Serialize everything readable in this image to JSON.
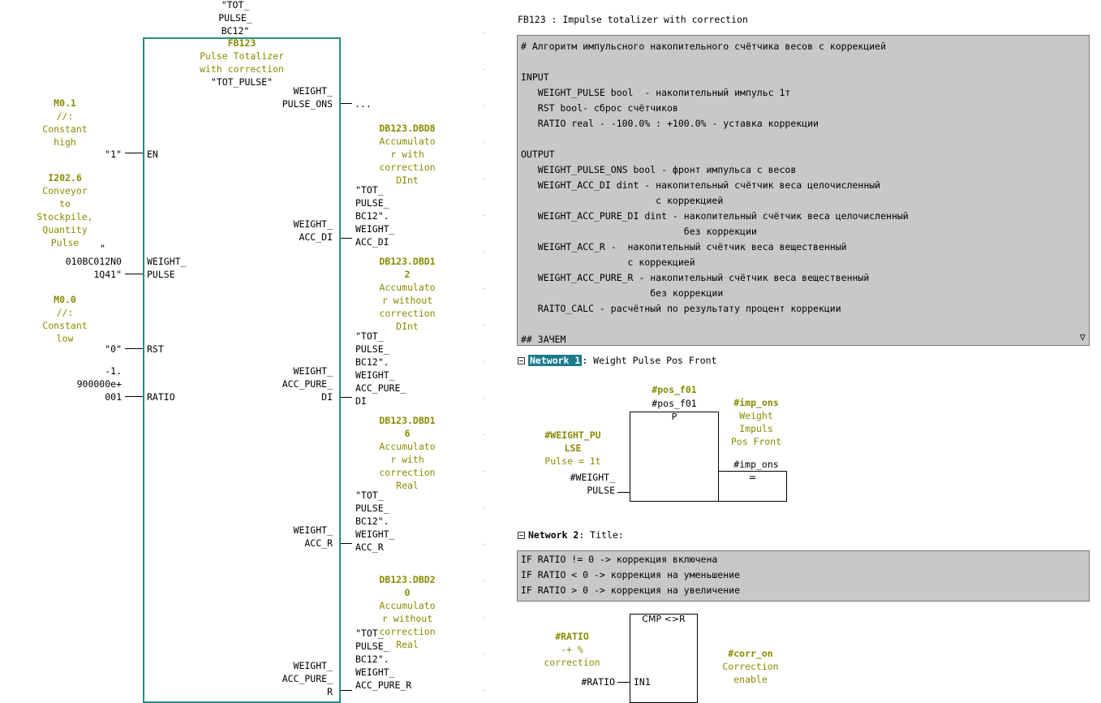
{
  "fb": {
    "top_label": [
      "\"TOT_",
      "PULSE_",
      "BC12\""
    ],
    "name": "FB123",
    "desc": [
      "Pulse Totalizer",
      "with correction"
    ],
    "instance": "\"TOT_PULSE\""
  },
  "inputs": {
    "en": {
      "addr": "M0.1",
      "comment": [
        "//:",
        "Constant",
        "high"
      ],
      "value": "\"1\"",
      "pin": "EN"
    },
    "weight_pulse": {
      "addr": "I202.6",
      "comment": [
        "Conveyor",
        "to",
        "Stockpile,",
        "Quantity",
        "Pulse"
      ],
      "value": [
        "\"",
        "010BC012N0",
        "1Q41\""
      ],
      "pin": [
        "WEIGHT_",
        "PULSE"
      ]
    },
    "rst": {
      "addr": "M0.0",
      "comment": [
        "//:",
        "Constant",
        "low"
      ],
      "value": "\"0\"",
      "pin": "RST"
    },
    "ratio": {
      "value": [
        "-1.",
        "900000e+",
        "001"
      ],
      "pin": "RATIO"
    }
  },
  "outputs": {
    "pulse_ons": {
      "pin": [
        "WEIGHT_",
        "PULSE_ONS"
      ],
      "value": "..."
    },
    "acc_di": {
      "pin": [
        "WEIGHT_",
        "ACC_DI"
      ],
      "addr": "DB123.DBD8",
      "comment": [
        "Accumulato",
        "r with",
        "correction",
        "DInt"
      ],
      "sym": [
        "\"TOT_",
        "PULSE_",
        "BC12\".",
        "WEIGHT_",
        "ACC_DI"
      ]
    },
    "acc_pure_di": {
      "pin": [
        "WEIGHT_",
        "ACC_PURE_",
        "DI"
      ],
      "addr": [
        "DB123.DBD1",
        "2"
      ],
      "comment": [
        "Accumulato",
        "r without",
        "correction",
        "DInt"
      ],
      "sym": [
        "\"TOT_",
        "PULSE_",
        "BC12\".",
        "WEIGHT_",
        "ACC_PURE_",
        "DI"
      ]
    },
    "acc_r": {
      "pin": [
        "WEIGHT_",
        "ACC_R"
      ],
      "addr": [
        "DB123.DBD1",
        "6"
      ],
      "comment": [
        "Accumulato",
        "r with",
        "correction",
        "Real"
      ],
      "sym": [
        "\"TOT_",
        "PULSE_",
        "BC12\".",
        "WEIGHT_",
        "ACC_R"
      ]
    },
    "acc_pure_r": {
      "pin": [
        "WEIGHT_",
        "ACC_PURE_",
        "R"
      ],
      "addr": [
        "DB123.DBD2",
        "0"
      ],
      "comment": [
        "Accumulato",
        "r without",
        "correction",
        "Real"
      ],
      "sym": [
        "\"TOT_",
        "PULSE_",
        "BC12\".",
        "WEIGHT_",
        "ACC_PURE_R"
      ]
    }
  },
  "block_title": "FB123 : Impulse totalizer  with correction",
  "block_comment": [
    "# Алгоритм импульсного накопительного счётчика весов с коррекцией",
    "",
    "INPUT",
    "   WEIGHT_PULSE bool  - накопительный импульс 1т",
    "   RST bool- сброс счётчиков",
    "   RATIO real - -100.0% : +100.0% - уставка коррекции",
    "",
    "OUTPUT",
    "   WEIGHT_PULSE_ONS bool - фронт импульса с весов",
    "   WEIGHT_ACC_DI dint - накопительный счётчик веса целочисленный",
    "                        с коррекцией",
    "   WEIGHT_ACC_PURE_DI dint - накопительный счётчик веса целочисленный",
    "                             без коррекции",
    "   WEIGHT_ACC_R -  накопительный счётчик веса вещественный",
    "                   с коррекцией",
    "   WEIGHT_ACC_PURE_R - накопительный счётчик веса вещественный",
    "                       без коррекции",
    "   RAITO_CALC - расчётный по результату процент коррекции",
    "",
    "## ЗАЧЕМ"
  ],
  "network1": {
    "label": "Network 1",
    "title": ": Weight Pulse Pos Front",
    "pos_addr": "#pos_f01",
    "pos_sym": "#pos_f01",
    "pos_type": "P",
    "in_addr": [
      "#WEIGHT_PU",
      "LSE"
    ],
    "in_comment": "Pulse = 1t",
    "in_sym": [
      "#WEIGHT_",
      "PULSE"
    ],
    "out_addr": "#imp_ons",
    "out_comment": [
      "Weight",
      "Impuls",
      "Pos Front"
    ],
    "out_sym": "#imp_ons",
    "coil": "="
  },
  "network2": {
    "label": "Network 2",
    "title": ": Title:",
    "comment": [
      "IF RATIO != 0 -> коррекция включена",
      "IF RATIO < 0 -> коррекция на уменьшение",
      "IF RATIO > 0 -> коррекция на увеличение"
    ],
    "cmp_type": "CMP <>R",
    "in_addr": "#RATIO",
    "in_comment": [
      "-+ %",
      "correction"
    ],
    "in_sym": "#RATIO",
    "in_pin": "IN1",
    "out_addr": "#corr_on",
    "out_comment": [
      "Correction",
      "enable"
    ]
  },
  "colors": {
    "accent": "#1b7b8b",
    "comment_bg": "#c8c8c8",
    "symbol": "#8a8a00"
  }
}
